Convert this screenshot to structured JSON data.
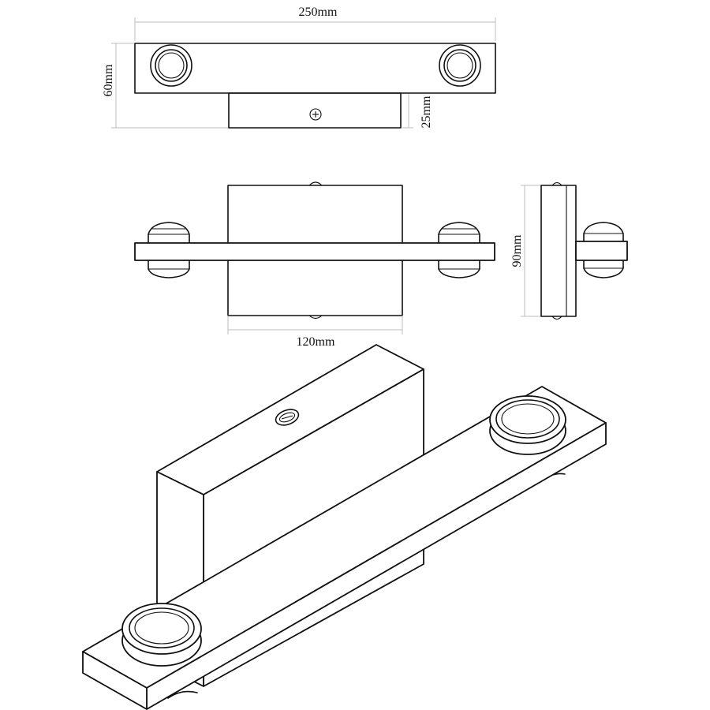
{
  "dimensions": {
    "top_width": "250mm",
    "top_height": "60mm",
    "base_depth": "25mm",
    "front_width": "120mm",
    "side_height": "90mm"
  }
}
